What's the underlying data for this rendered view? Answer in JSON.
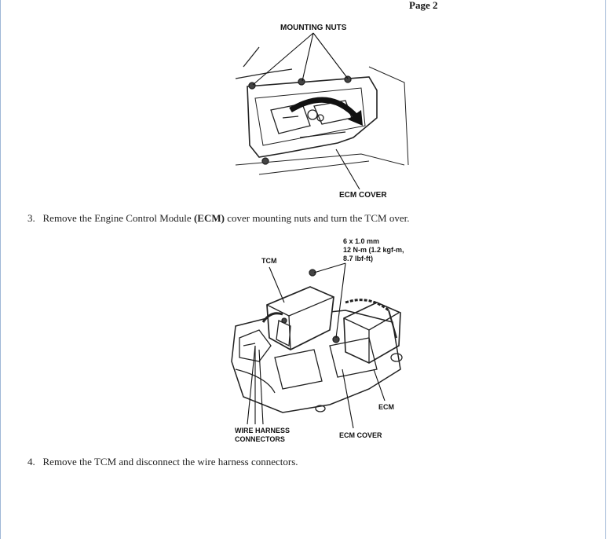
{
  "page": {
    "label": "Page 2"
  },
  "figure1": {
    "callouts": {
      "mounting_nuts": "MOUNTING NUTS",
      "ecm_cover": "ECM COVER"
    }
  },
  "steps": [
    {
      "number": "3.",
      "text_before": "Remove the Engine Control Module ",
      "bold": "(ECM)",
      "text_after": " cover mounting nuts and turn the TCM over."
    },
    {
      "number": "4.",
      "text": "Remove the TCM and disconnect the wire harness connectors."
    }
  ],
  "figure2": {
    "callouts": {
      "spec_line1": "6 x 1.0 mm",
      "spec_line2": "12 N-m (1.2 kgf-m,",
      "spec_line3": "8.7 lbf-ft)",
      "tcm": "TCM",
      "ecm": "ECM",
      "wire_harness_line1": "WIRE HARNESS",
      "wire_harness_line2": "CONNECTORS",
      "ecm_cover": "ECM COVER"
    }
  }
}
